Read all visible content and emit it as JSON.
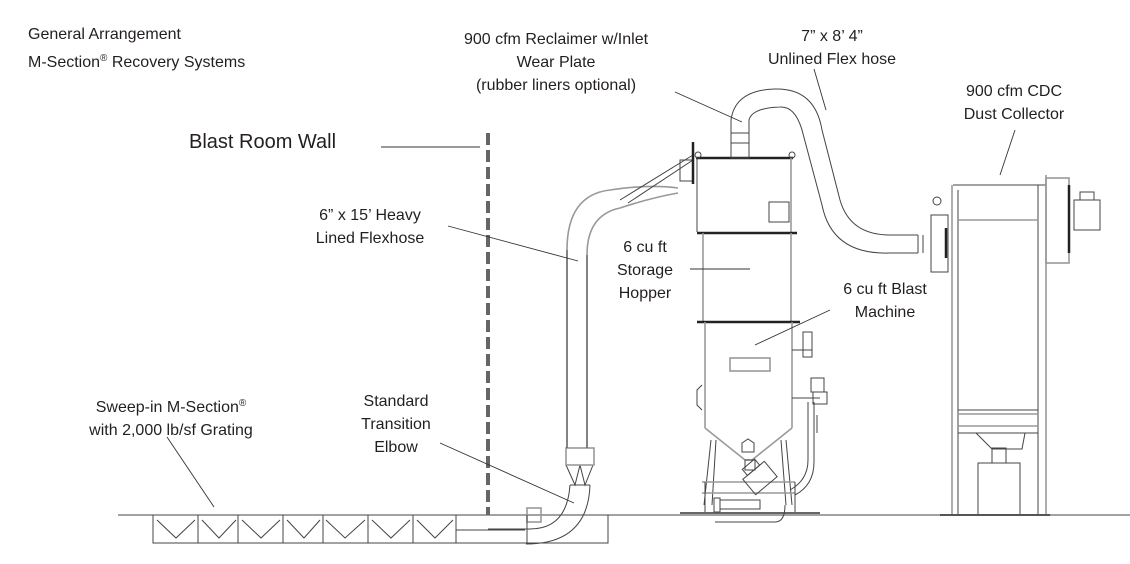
{
  "title": {
    "line1": "General Arrangement",
    "line2_prefix": "M-Section",
    "line2_mark": "®",
    "line2_suffix": " Recovery Systems"
  },
  "labels": {
    "blast_room_wall": "Blast Room Wall",
    "reclaimer": {
      "line1": "900 cfm Reclaimer w/Inlet",
      "line2": "Wear Plate",
      "line3": "(rubber liners optional)"
    },
    "unlined_hose": {
      "line1": "7” x 8’ 4”",
      "line2": "Unlined Flex hose"
    },
    "dust_collector": {
      "line1": "900 cfm CDC",
      "line2": "Dust Collector"
    },
    "lined_hose": {
      "line1": "6” x 15’ Heavy",
      "line2": "Lined Flexhose"
    },
    "storage_hopper": {
      "line1": "6 cu ft",
      "line2": "Storage",
      "line3": "Hopper"
    },
    "blast_machine": {
      "line1": "6 cu ft Blast",
      "line2": "Machine"
    },
    "sweep_in": {
      "line1_prefix": "Sweep-in M-Section",
      "line1_mark": "®",
      "line2": "with 2,000 lb/sf Grating"
    },
    "elbow": {
      "line1": "Standard",
      "line2": "Transition",
      "line3": "Elbow"
    }
  },
  "colors": {
    "line": "#444444",
    "wall_dash": "#666666",
    "text": "#231f20"
  }
}
